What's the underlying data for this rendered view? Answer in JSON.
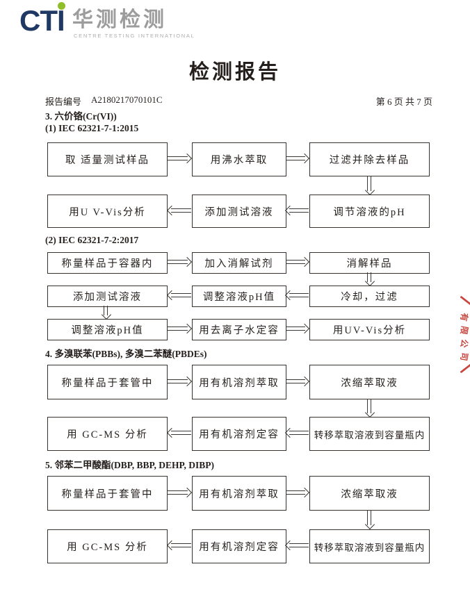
{
  "logo": {
    "cti": "CTI",
    "name_cn": "华测检测",
    "name_en": "CENTRE TESTING INTERNATIONAL",
    "navy": "#1f3864",
    "green": "#8fbe2a",
    "gray": "#9c9c9c"
  },
  "title": "检测报告",
  "header": {
    "report_no_label": "报告编号",
    "report_no": "A2180217070101C",
    "page_indicator": "第 6 页  共 7 页"
  },
  "sections": {
    "s3": "3. 六价铬(Cr(VI))",
    "s3_1": "(1) IEC 62321-7-1:2015",
    "s3_2": "(2) IEC 62321-7-2:2017",
    "s4": "4. 多溴联苯(PBBs), 多溴二苯醚(PBDEs)",
    "s5": "5. 邻苯二甲酸酯(DBP, BBP, DEHP, DIBP)"
  },
  "flowcharts": {
    "cr6_1": {
      "standard": "IEC 62321-7-1:2015",
      "rows": [
        [
          "取 适量测试样品",
          "用沸水萃取",
          "过滤并除去样品"
        ],
        [
          "用U V-Vis分析",
          "添加测试溶液",
          "调节溶液的pH"
        ]
      ]
    },
    "cr6_2": {
      "standard": "IEC 62321-7-2:2017",
      "rows": [
        [
          "称量样品于容器内",
          "加入消解试剂",
          "消解样品"
        ],
        [
          "添加测试溶液",
          "调整溶液pH值",
          "冷却，过滤"
        ],
        [
          "调整溶液pH值",
          "用去离子水定容",
          "用UV-Vis分析"
        ]
      ]
    },
    "pbb": {
      "rows": [
        [
          "称量样品于套管中",
          "用有机溶剂萃取",
          "浓缩萃取液"
        ],
        [
          "用 GC-MS 分析",
          "用有机溶剂定容",
          "转移萃取溶液到容量瓶内"
        ]
      ]
    },
    "phthalate": {
      "rows": [
        [
          "称量样品于套管中",
          "用有机溶剂萃取",
          "浓缩萃取液"
        ],
        [
          "用 GC-MS 分析",
          "用有机溶剂定容",
          "转移萃取溶液到容量瓶内"
        ]
      ]
    }
  },
  "stamp": {
    "chars": [
      "有",
      "限",
      "公",
      "司"
    ],
    "color": "#c8463e"
  }
}
